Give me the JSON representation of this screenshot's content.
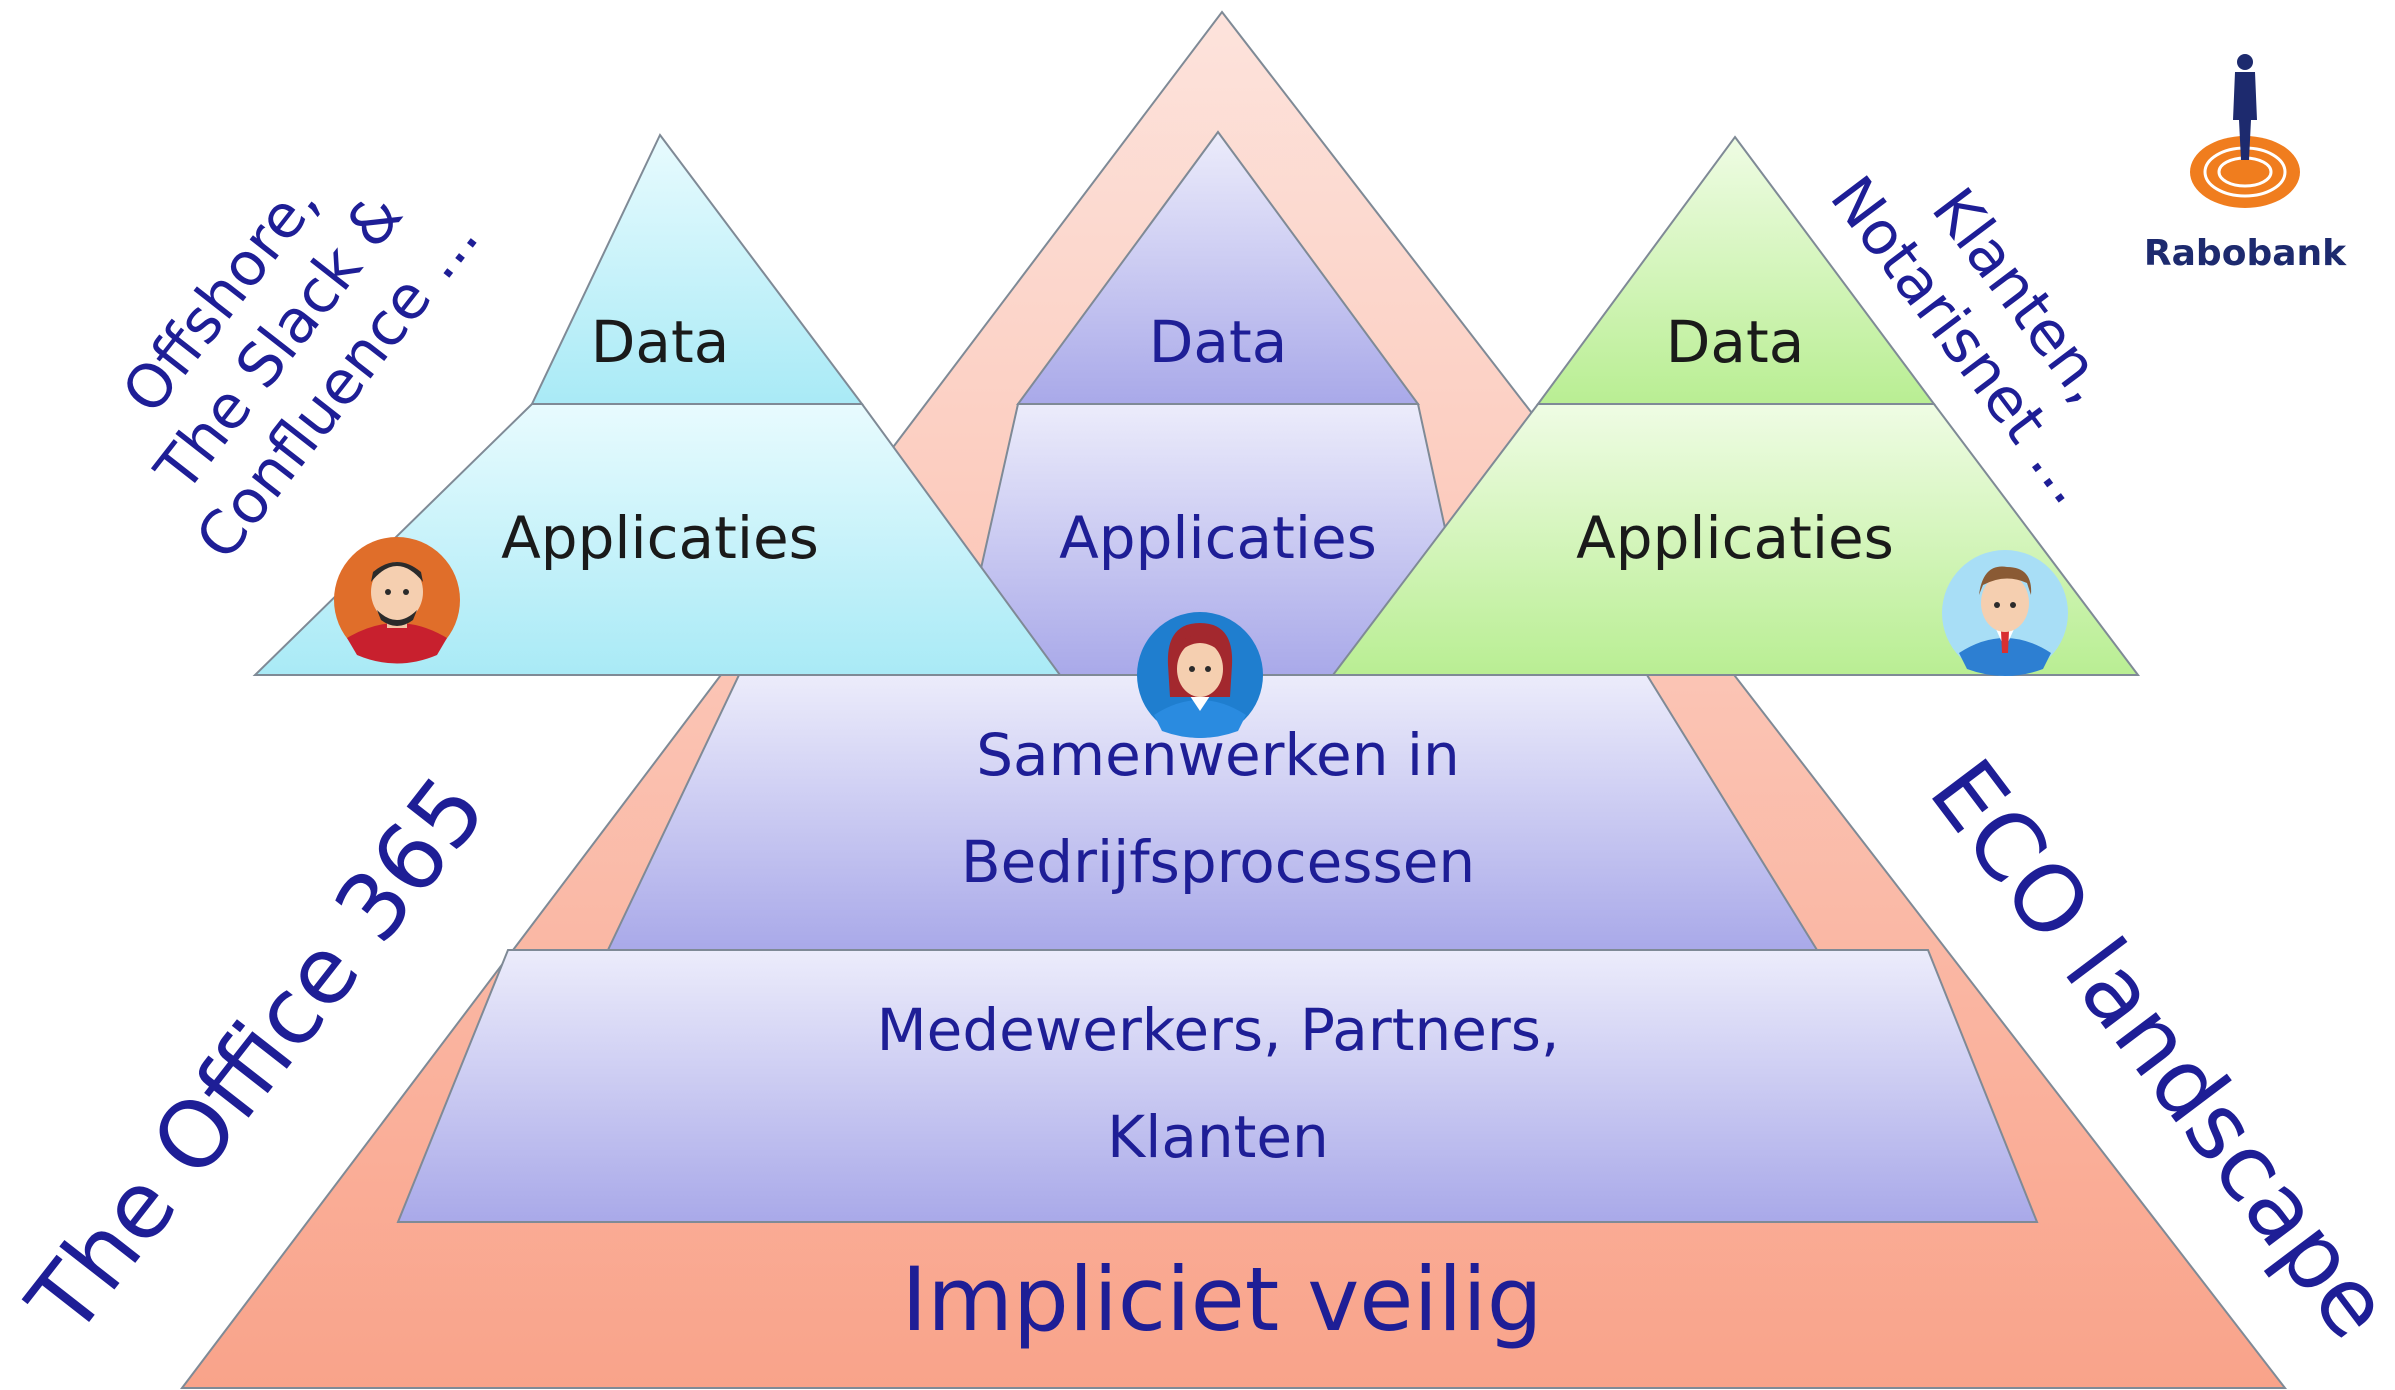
{
  "outer_pyramid": {
    "base_label": "Impliciet veilig",
    "left_side_label": "The Office 365",
    "right_side_label": "ECO landscape"
  },
  "center_pyramid": {
    "layers": [
      "Data",
      "Applicaties",
      "Samenwerken in|Bedrijfsprocessen",
      "Medewerkers, Partners,|Klanten"
    ]
  },
  "left_pyramid": {
    "layers": [
      "Data",
      "Applicaties"
    ],
    "side_label": "Offshore,|The Slack &|Confluence ..."
  },
  "right_pyramid": {
    "layers": [
      "Data",
      "Applicaties"
    ],
    "side_label": "Klanten,|Notarisnet ..."
  },
  "logo": {
    "text": "Rabobank"
  },
  "colors": {
    "outer_pyramid": "#f9a58c",
    "center_pyramid": "#b9b9ec",
    "left_pyramid": "#b6eef7",
    "right_pyramid": "#c3f0a3",
    "text_dark": "#1a1a1a",
    "text_navy": "#1e1e96",
    "logo_orange": "#f07d1e"
  }
}
